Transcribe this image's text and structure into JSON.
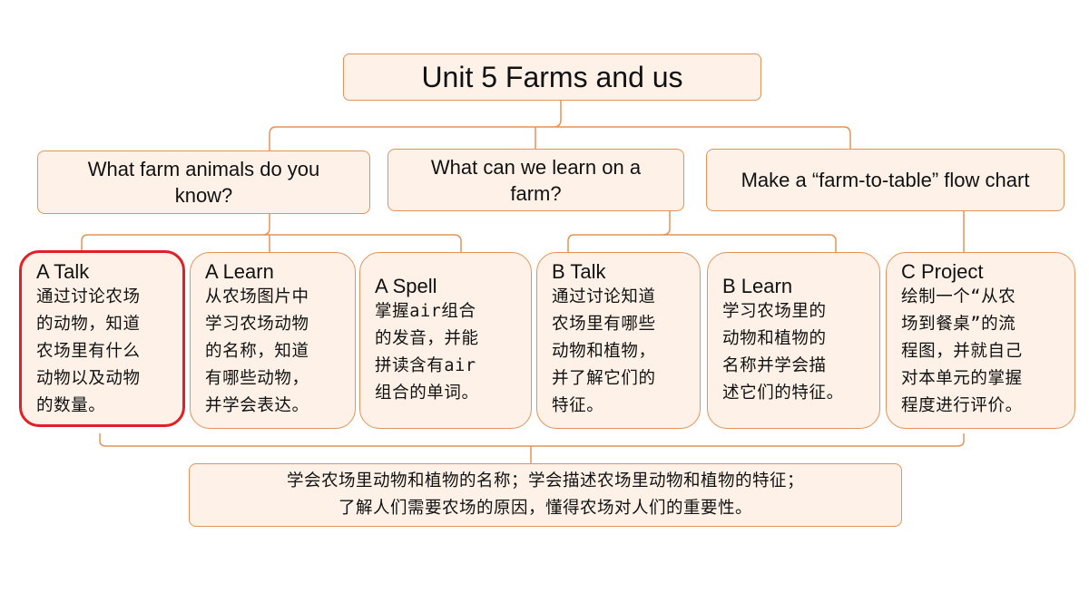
{
  "title": "Unit 5 Farms and us",
  "questions": [
    "What farm animals do you know?",
    "What can we learn on a farm?",
    "Make a “farm-to-table” flow chart"
  ],
  "lessons": [
    {
      "title": "A Talk",
      "desc": "通过讨论农场\n的动物，知道\n农场里有什么\n动物以及动物\n的数量。",
      "highlighted": true
    },
    {
      "title": "A Learn",
      "desc": "从农场图片中\n学习农场动物\n的名称，知道\n有哪些动物，\n并学会表达。",
      "highlighted": false
    },
    {
      "title": "A Spell",
      "desc": "掌握air组合\n的发音，并能\n拼读含有air\n组合的单词。",
      "highlighted": false
    },
    {
      "title": "B Talk",
      "desc": "通过讨论知道\n农场里有哪些\n动物和植物，\n并了解它们的\n特征。",
      "highlighted": false
    },
    {
      "title": "B Learn",
      "desc": "学习农场里的\n动物和植物的\n名称并学会描\n述它们的特征。",
      "highlighted": false
    },
    {
      "title": "C Project",
      "desc": "绘制一个“从农\n场到餐桌”的流\n程图，并就自己\n对本单元的掌握\n程度进行评价。",
      "highlighted": false
    }
  ],
  "summary": "学会农场里动物和植物的名称；学会描述农场里动物和植物的特征；\n了解人们需要农场的原因，懂得农场对人们的重要性。",
  "colors": {
    "box_fill": "#fdf1e8",
    "box_border": "#e3935a",
    "connector": "#e3935a",
    "highlight_border": "#e21f26"
  }
}
